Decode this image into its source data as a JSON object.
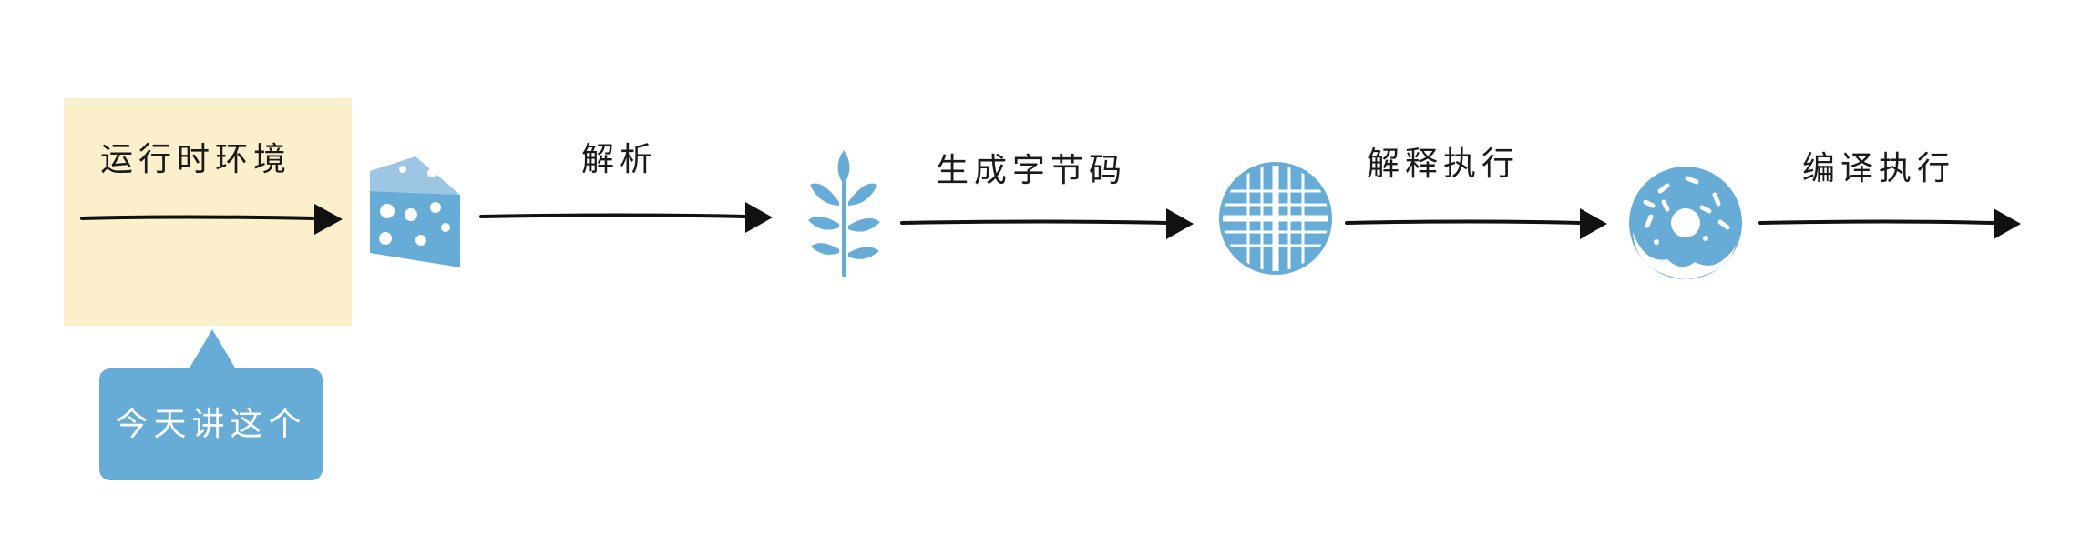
{
  "diagram": {
    "start_label": "运行时环境",
    "callout_text": "今天讲这个",
    "steps": [
      {
        "label": "解析",
        "icon": "cheese-icon"
      },
      {
        "label": "生成字节码",
        "icon": "sprout-icon"
      },
      {
        "label": "解释执行",
        "icon": "waffle-icon"
      },
      {
        "label": "编译执行",
        "icon": "donut-icon"
      }
    ],
    "colors": {
      "highlight": "#fcefcb",
      "accent": "#67acd7",
      "arrow": "#111111"
    }
  }
}
